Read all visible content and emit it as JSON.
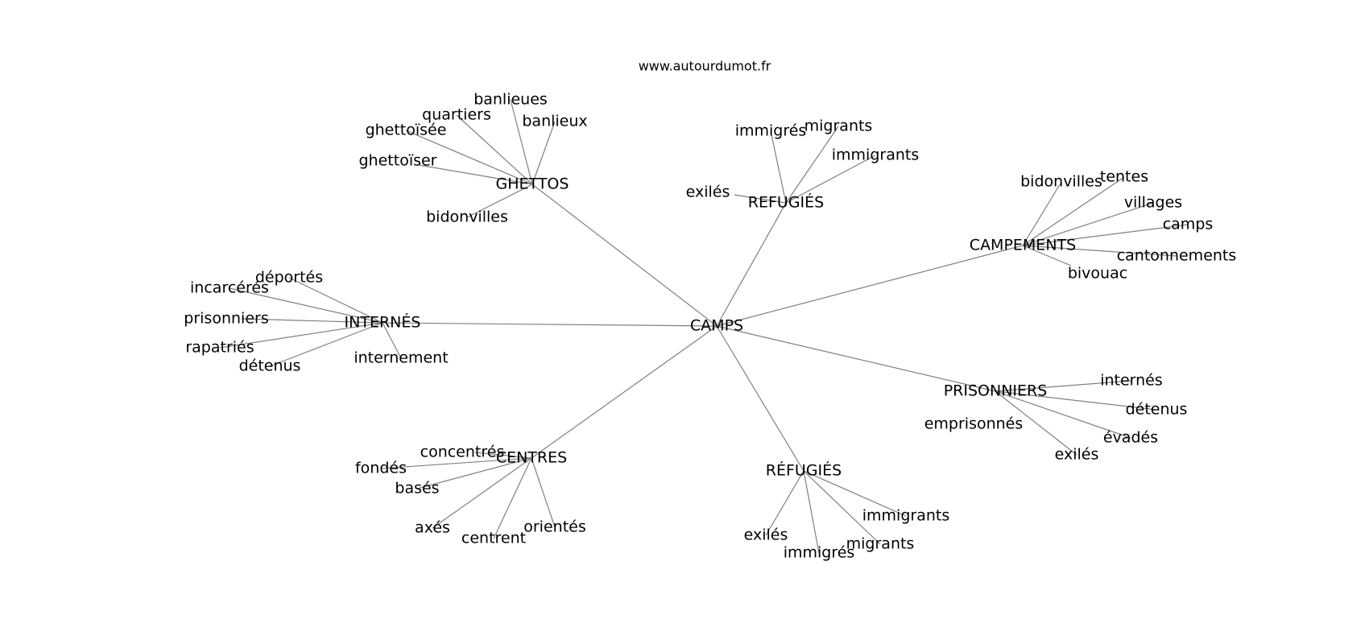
{
  "watermark": "www.autourdumot.fr",
  "colors": {
    "background": "#ffffff",
    "edge": "#808080",
    "text": "#000000"
  },
  "graph": {
    "root": "CAMPS",
    "nodes": [
      {
        "id": "camps",
        "label": "CAMPS"
      },
      {
        "id": "ghettos",
        "label": "GHETTOS"
      },
      {
        "id": "refugies1",
        "label": "REFUGIÉS"
      },
      {
        "id": "campements",
        "label": "CAMPEMENTS"
      },
      {
        "id": "internes",
        "label": "INTERNÉS"
      },
      {
        "id": "prisonniers",
        "label": "PRISONNIERS"
      },
      {
        "id": "centres",
        "label": "CENTRES"
      },
      {
        "id": "refugies2",
        "label": "RÉFUGIÉS"
      },
      {
        "id": "g_banlieues",
        "label": "banlieues"
      },
      {
        "id": "g_quartiers",
        "label": "quartiers"
      },
      {
        "id": "g_banlieux",
        "label": "banlieux"
      },
      {
        "id": "g_ghettoisee",
        "label": "ghettoïsée"
      },
      {
        "id": "g_ghettoiser",
        "label": "ghettoïser"
      },
      {
        "id": "g_bidonvilles",
        "label": "bidonvilles"
      },
      {
        "id": "r1_immigres",
        "label": "immigrés"
      },
      {
        "id": "r1_migrants",
        "label": "migrants"
      },
      {
        "id": "r1_immigrants",
        "label": "immigrants"
      },
      {
        "id": "r1_exiles",
        "label": "exilés"
      },
      {
        "id": "c_bidonvilles",
        "label": "bidonvilles"
      },
      {
        "id": "c_tentes",
        "label": "tentes"
      },
      {
        "id": "c_villages",
        "label": "villages"
      },
      {
        "id": "c_camps",
        "label": "camps"
      },
      {
        "id": "c_cantonnements",
        "label": "cantonnements"
      },
      {
        "id": "c_bivouac",
        "label": "bivouac"
      },
      {
        "id": "i_deportes",
        "label": "déportés"
      },
      {
        "id": "i_incarceres",
        "label": "incarcérés"
      },
      {
        "id": "i_prisonniers",
        "label": "prisonniers"
      },
      {
        "id": "i_rapatries",
        "label": "rapatriés"
      },
      {
        "id": "i_detenus",
        "label": "détenus"
      },
      {
        "id": "i_internement",
        "label": "internement"
      },
      {
        "id": "p_internes",
        "label": "internés"
      },
      {
        "id": "p_detenus",
        "label": "détenus"
      },
      {
        "id": "p_emprisonnes",
        "label": "emprisonnés"
      },
      {
        "id": "p_evades",
        "label": "évadés"
      },
      {
        "id": "p_exiles",
        "label": "exilés"
      },
      {
        "id": "ce_concentres",
        "label": "concentrés"
      },
      {
        "id": "ce_fondes",
        "label": "fondés"
      },
      {
        "id": "ce_bases",
        "label": "basés"
      },
      {
        "id": "ce_axes",
        "label": "axés"
      },
      {
        "id": "ce_centrent",
        "label": "centrent"
      },
      {
        "id": "ce_orientes",
        "label": "orientés"
      },
      {
        "id": "r2_immigrants",
        "label": "immigrants"
      },
      {
        "id": "r2_exiles",
        "label": "exilés"
      },
      {
        "id": "r2_immigres",
        "label": "immigrés"
      },
      {
        "id": "r2_migrants",
        "label": "migrants"
      }
    ],
    "edges": [
      [
        "camps",
        "ghettos"
      ],
      [
        "camps",
        "refugies1"
      ],
      [
        "camps",
        "campements"
      ],
      [
        "camps",
        "internes"
      ],
      [
        "camps",
        "prisonniers"
      ],
      [
        "camps",
        "centres"
      ],
      [
        "camps",
        "refugies2"
      ],
      [
        "ghettos",
        "g_banlieues"
      ],
      [
        "ghettos",
        "g_quartiers"
      ],
      [
        "ghettos",
        "g_banlieux"
      ],
      [
        "ghettos",
        "g_ghettoisee"
      ],
      [
        "ghettos",
        "g_ghettoiser"
      ],
      [
        "ghettos",
        "g_bidonvilles"
      ],
      [
        "refugies1",
        "r1_immigres"
      ],
      [
        "refugies1",
        "r1_migrants"
      ],
      [
        "refugies1",
        "r1_immigrants"
      ],
      [
        "refugies1",
        "r1_exiles"
      ],
      [
        "campements",
        "c_bidonvilles"
      ],
      [
        "campements",
        "c_tentes"
      ],
      [
        "campements",
        "c_villages"
      ],
      [
        "campements",
        "c_camps"
      ],
      [
        "campements",
        "c_cantonnements"
      ],
      [
        "campements",
        "c_bivouac"
      ],
      [
        "internes",
        "i_deportes"
      ],
      [
        "internes",
        "i_incarceres"
      ],
      [
        "internes",
        "i_prisonniers"
      ],
      [
        "internes",
        "i_rapatries"
      ],
      [
        "internes",
        "i_detenus"
      ],
      [
        "internes",
        "i_internement"
      ],
      [
        "prisonniers",
        "p_internes"
      ],
      [
        "prisonniers",
        "p_detenus"
      ],
      [
        "prisonniers",
        "p_emprisonnes"
      ],
      [
        "prisonniers",
        "p_evades"
      ],
      [
        "prisonniers",
        "p_exiles"
      ],
      [
        "centres",
        "ce_concentres"
      ],
      [
        "centres",
        "ce_fondes"
      ],
      [
        "centres",
        "ce_bases"
      ],
      [
        "centres",
        "ce_axes"
      ],
      [
        "centres",
        "ce_centrent"
      ],
      [
        "centres",
        "ce_orientes"
      ],
      [
        "refugies2",
        "r2_immigrants"
      ],
      [
        "refugies2",
        "r2_exiles"
      ],
      [
        "refugies2",
        "r2_immigres"
      ],
      [
        "refugies2",
        "r2_migrants"
      ]
    ]
  }
}
